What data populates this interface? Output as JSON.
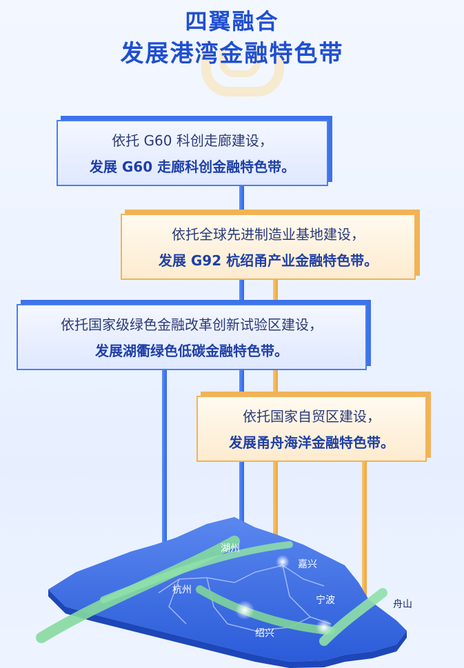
{
  "header": {
    "title_line1": "四翼融合",
    "title_line2": "发展港湾金融特色带"
  },
  "cards": [
    {
      "line1": "依托 G60 科创走廊建设，",
      "line2": "发展 G60 走廊科创金融特色带。",
      "color": "blue"
    },
    {
      "line1": "依托全球先进制造业基地建设，",
      "line2": "发展 G92 杭绍甬产业金融特色带。",
      "color": "orange"
    },
    {
      "line1": "依托国家级绿色金融改革创新试验区建设，",
      "line2": "发展湖衢绿色低碳金融特色带。",
      "color": "blue"
    },
    {
      "line1": "依托国家自贸区建设，",
      "line2": "发展甬舟海洋金融特色带。",
      "color": "orange"
    }
  ],
  "map": {
    "cities": [
      "湖州",
      "嘉兴",
      "杭州",
      "宁波",
      "舟山",
      "绍兴"
    ],
    "colors": {
      "land": "#2f63e0",
      "land_light": "#4b7bea",
      "band": "#7fd39b"
    }
  }
}
